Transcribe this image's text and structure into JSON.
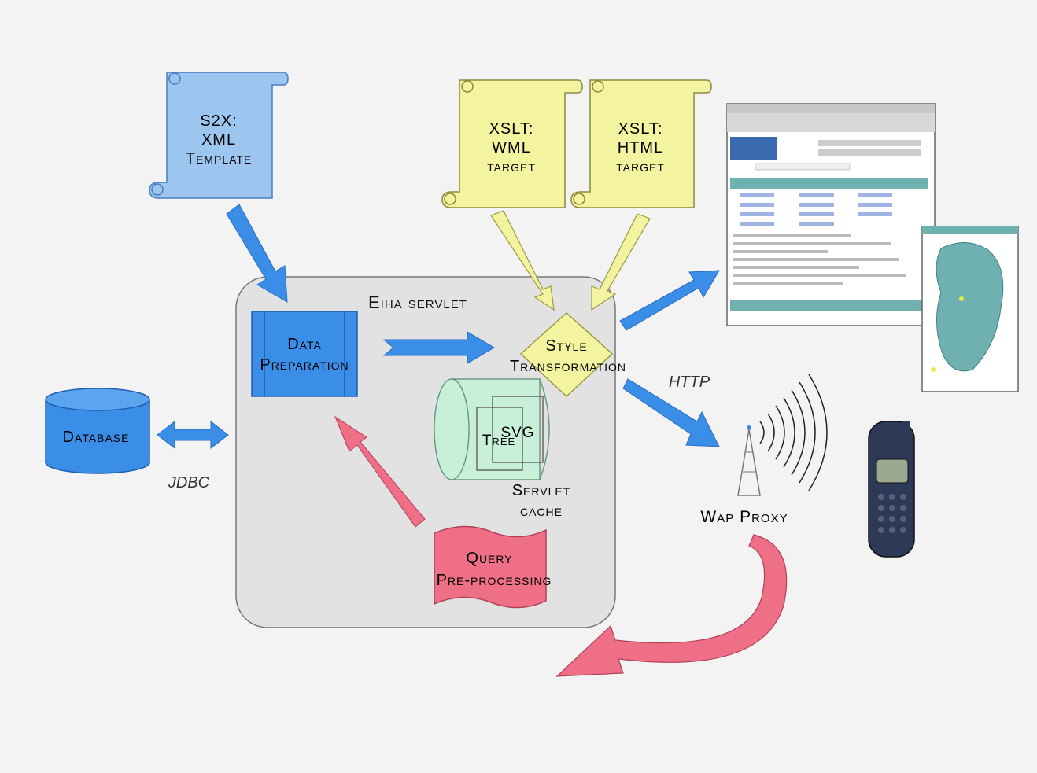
{
  "servlet": {
    "title": "Eiha servlet"
  },
  "nodes": {
    "s2x_template": {
      "lines": [
        "S2X:",
        "XML",
        "Template"
      ]
    },
    "xslt_wml": {
      "lines": [
        "XSLT:",
        "WML",
        "target"
      ]
    },
    "xslt_html": {
      "lines": [
        "XSLT:",
        "HTML",
        "target"
      ]
    },
    "data_preparation": {
      "lines": [
        "Data",
        "Preparation"
      ]
    },
    "style_transformation": {
      "lines": [
        "Style",
        "Transformation"
      ]
    },
    "tree": {
      "label": "Tree"
    },
    "svg": {
      "label": "SVG"
    },
    "servlet_cache": {
      "lines": [
        "Servlet",
        "cache"
      ]
    },
    "query_preprocessing": {
      "lines": [
        "Query",
        "Pre-processing"
      ]
    },
    "database": {
      "label": "Database"
    },
    "wap_proxy": {
      "label": "Wap Proxy"
    }
  },
  "edge_labels": {
    "jdbc": "JDBC",
    "http": "HTTP"
  },
  "colors": {
    "blue": "#3a8ee8",
    "light_blue": "#9cc6f0",
    "yellow": "#f4f4a0",
    "pink": "#ee6f86",
    "green": "#c8f0d8",
    "servlet_bg": "#e2e2e2",
    "browser_teal": "#6fb0b0"
  }
}
